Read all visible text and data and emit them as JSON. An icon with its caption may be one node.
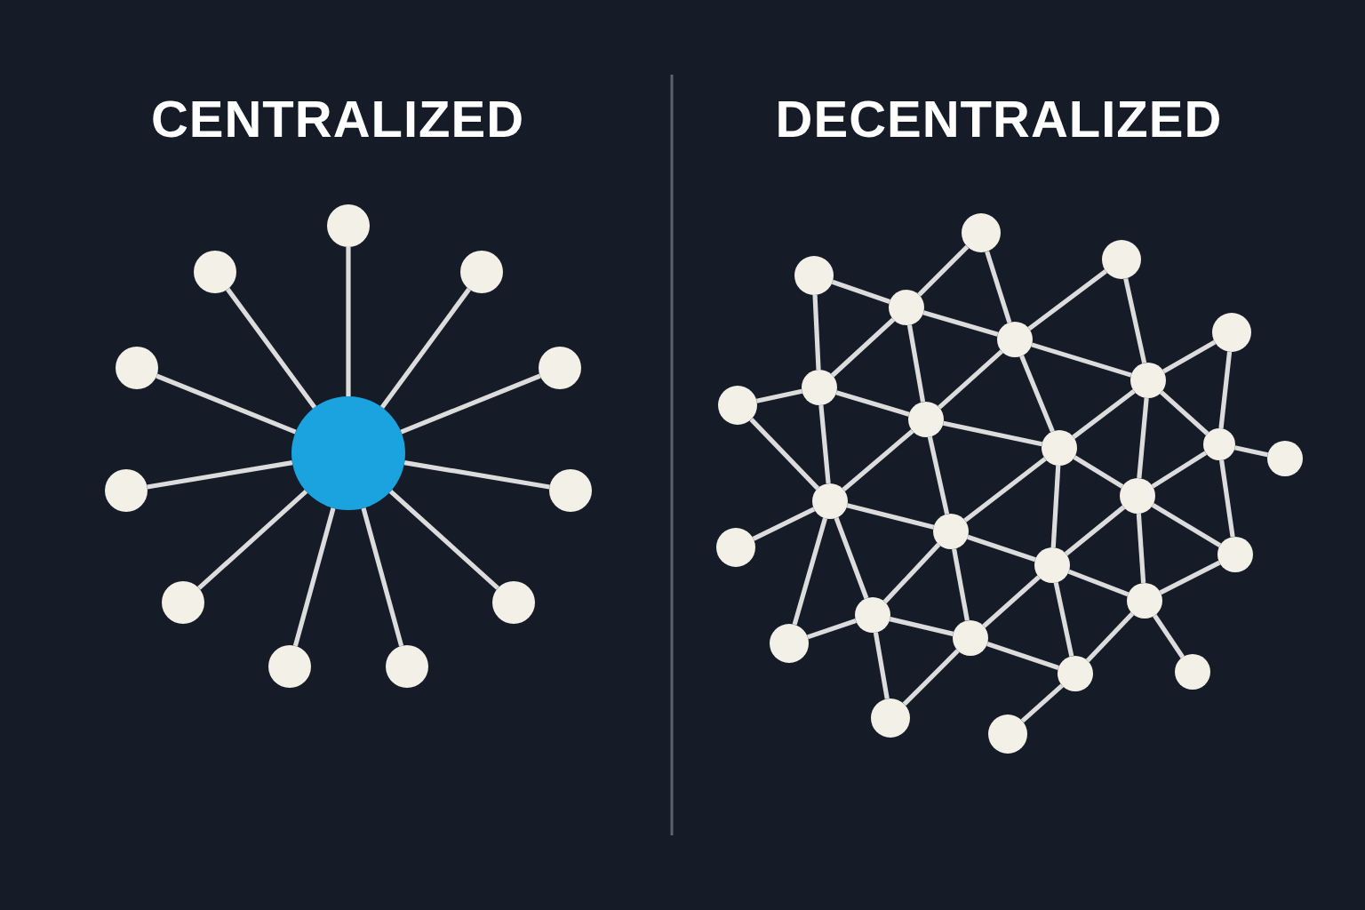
{
  "diagram": {
    "nodes": [
      {
        "text": [],
        "shape": "circle"
      },
      {
        "text": [],
        "shape": "circle"
      },
      {
        "text": [],
        "shape": "circle"
      },
      {
        "text": [],
        "shape": "circle"
      },
      {
        "text": [],
        "shape": "circle"
      },
      {
        "text": [],
        "shape": "circle"
      },
      {
        "text": [],
        "shape": "circle"
      },
      {
        "text": [],
        "shape": "circle"
      },
      {
        "text": [],
        "shape": "circle"
      },
      {
        "text": [],
        "shape": "circle"
      },
      {
        "text": [],
        "shape": "circle"
      },
      {
        "text": [],
        "shape": "circle"
      },
      {
        "text": [],
        "shape": "circle"
      },
      {
        "text": [],
        "shape": "circle"
      },
      {
        "text": [],
        "shape": "circle"
      },
      {
        "text": [],
        "shape": "circle"
      },
      {
        "text": [],
        "shape": "circle"
      },
      {
        "text": [],
        "shape": "circle"
      },
      {
        "text": [],
        "shape": "circle"
      },
      {
        "text": [],
        "shape": "circle"
      },
      {
        "text": [],
        "shape": "circle"
      },
      {
        "text": [],
        "shape": "circle"
      },
      {
        "text": [],
        "shape": "circle"
      },
      {
        "text": [],
        "shape": "circle"
      },
      {
        "text": [],
        "shape": "circle"
      },
      {
        "text": [],
        "shape": "circle"
      },
      {
        "text": [],
        "shape": "circle"
      },
      {
        "text": [],
        "shape": "circle"
      },
      {
        "text": [],
        "shape": "circle"
      },
      {
        "text": [],
        "shape": "circle"
      },
      {
        "text": [],
        "shape": "circle"
      },
      {
        "text": [],
        "shape": "circle"
      },
      {
        "text": [],
        "shape": "circle"
      },
      {
        "text": [],
        "shape": "circle"
      },
      {
        "text": [],
        "shape": "circle"
      },
      {
        "text": [],
        "shape": "circle"
      },
      {
        "text": [],
        "shape": "circle"
      },
      {
        "text": [],
        "shape": "circle"
      },
      {
        "text": [],
        "shape": "circle"
      }
    ],
    "edges": [
      {
        "from": 5,
        "to": 0,
        "arrow": "none"
      },
      {
        "from": 5,
        "to": 1,
        "arrow": "none"
      },
      {
        "from": 5,
        "to": 2,
        "arrow": "none"
      },
      {
        "from": 5,
        "to": 3,
        "arrow": "none"
      },
      {
        "from": 5,
        "to": 4,
        "arrow": "none"
      },
      {
        "from": 5,
        "to": 6,
        "arrow": "none"
      },
      {
        "from": 5,
        "to": 7,
        "arrow": "none"
      },
      {
        "from": 5,
        "to": 8,
        "arrow": "none"
      },
      {
        "from": 5,
        "to": 9,
        "arrow": "none"
      },
      {
        "from": 5,
        "to": 10,
        "arrow": "none"
      },
      {
        "from": 5,
        "to": 11,
        "arrow": "none"
      },
      {
        "from": 14,
        "to": 15,
        "arrow": "none"
      },
      {
        "from": 14,
        "to": 19,
        "arrow": "none"
      },
      {
        "from": 12,
        "to": 15,
        "arrow": "none"
      },
      {
        "from": 12,
        "to": 17,
        "arrow": "none"
      },
      {
        "from": 15,
        "to": 17,
        "arrow": "none"
      },
      {
        "from": 15,
        "to": 19,
        "arrow": "none"
      },
      {
        "from": 15,
        "to": 21,
        "arrow": "none"
      },
      {
        "from": 19,
        "to": 20,
        "arrow": "none"
      },
      {
        "from": 20,
        "to": 26,
        "arrow": "none"
      },
      {
        "from": 19,
        "to": 21,
        "arrow": "none"
      },
      {
        "from": 19,
        "to": 26,
        "arrow": "none"
      },
      {
        "from": 17,
        "to": 21,
        "arrow": "none"
      },
      {
        "from": 21,
        "to": 23,
        "arrow": "none"
      },
      {
        "from": 21,
        "to": 26,
        "arrow": "none"
      },
      {
        "from": 21,
        "to": 27,
        "arrow": "none"
      },
      {
        "from": 26,
        "to": 27,
        "arrow": "none"
      },
      {
        "from": 26,
        "to": 28,
        "arrow": "none"
      },
      {
        "from": 26,
        "to": 32,
        "arrow": "none"
      },
      {
        "from": 26,
        "to": 34,
        "arrow": "none"
      },
      {
        "from": 27,
        "to": 32,
        "arrow": "none"
      },
      {
        "from": 27,
        "to": 33,
        "arrow": "none"
      },
      {
        "from": 27,
        "to": 23,
        "arrow": "none"
      },
      {
        "from": 27,
        "to": 30,
        "arrow": "none"
      },
      {
        "from": 32,
        "to": 34,
        "arrow": "none"
      },
      {
        "from": 32,
        "to": 33,
        "arrow": "none"
      },
      {
        "from": 32,
        "to": 37,
        "arrow": "none"
      },
      {
        "from": 33,
        "to": 30,
        "arrow": "none"
      },
      {
        "from": 33,
        "to": 36,
        "arrow": "none"
      },
      {
        "from": 33,
        "to": 37,
        "arrow": "none"
      },
      {
        "from": 13,
        "to": 17,
        "arrow": "none"
      },
      {
        "from": 13,
        "to": 18,
        "arrow": "none"
      },
      {
        "from": 17,
        "to": 18,
        "arrow": "none"
      },
      {
        "from": 17,
        "to": 23,
        "arrow": "none"
      },
      {
        "from": 16,
        "to": 18,
        "arrow": "none"
      },
      {
        "from": 16,
        "to": 22,
        "arrow": "none"
      },
      {
        "from": 18,
        "to": 25,
        "arrow": "none"
      },
      {
        "from": 18,
        "to": 23,
        "arrow": "none"
      },
      {
        "from": 18,
        "to": 22,
        "arrow": "none"
      },
      {
        "from": 23,
        "to": 25,
        "arrow": "none"
      },
      {
        "from": 23,
        "to": 30,
        "arrow": "none"
      },
      {
        "from": 22,
        "to": 24,
        "arrow": "none"
      },
      {
        "from": 22,
        "to": 25,
        "arrow": "none"
      },
      {
        "from": 22,
        "to": 29,
        "arrow": "none"
      },
      {
        "from": 25,
        "to": 30,
        "arrow": "none"
      },
      {
        "from": 25,
        "to": 29,
        "arrow": "none"
      },
      {
        "from": 25,
        "to": 31,
        "arrow": "none"
      },
      {
        "from": 30,
        "to": 31,
        "arrow": "none"
      },
      {
        "from": 30,
        "to": 36,
        "arrow": "none"
      },
      {
        "from": 31,
        "to": 29,
        "arrow": "none"
      },
      {
        "from": 31,
        "to": 36,
        "arrow": "none"
      },
      {
        "from": 31,
        "to": 35,
        "arrow": "none"
      },
      {
        "from": 36,
        "to": 38,
        "arrow": "none"
      }
    ],
    "labels": [
      "CENTRALIZED",
      "DECENTRALIZED"
    ]
  }
}
